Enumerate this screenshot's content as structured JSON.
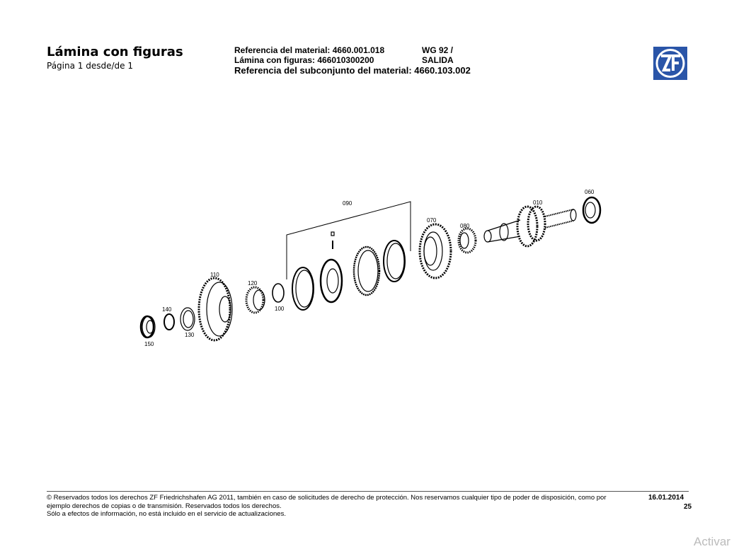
{
  "header": {
    "title": "Lámina con figuras",
    "page": "Página 1 desde/de 1",
    "material_ref": "Referencia del material: 4660.001.018",
    "figure_ref": "Lámina con figuras: 466010300200",
    "model": "WG 92 /",
    "group": "SALIDA",
    "subassembly_ref": "Referencia del subconjunto del material: 4660.103.002",
    "logo_text": "ZF",
    "logo_color": "#2a55a8"
  },
  "diagram": {
    "labels": {
      "p010": "010",
      "p060": "060",
      "p070": "070",
      "p080": "080",
      "p090": "090",
      "p100": "100",
      "p110": "110",
      "p120": "120",
      "p130": "130",
      "p140": "140",
      "p150": "150"
    }
  },
  "footer": {
    "line1": "© Reservados todos los derechos ZF Friedrichshafen AG 2011, también en caso de solicitudes de derecho de protección. Nos reservamos cualquier tipo de poder de disposición, como por",
    "line2": "ejemplo derechos de copias o de transmisión. Reservados todos los derechos.",
    "line3": "Sólo a efectos de información, no está incluido en el servicio de actualizaciones.",
    "date": "16.01.2014",
    "page_number": "25"
  },
  "overlay": {
    "activate_text": "Activar"
  }
}
